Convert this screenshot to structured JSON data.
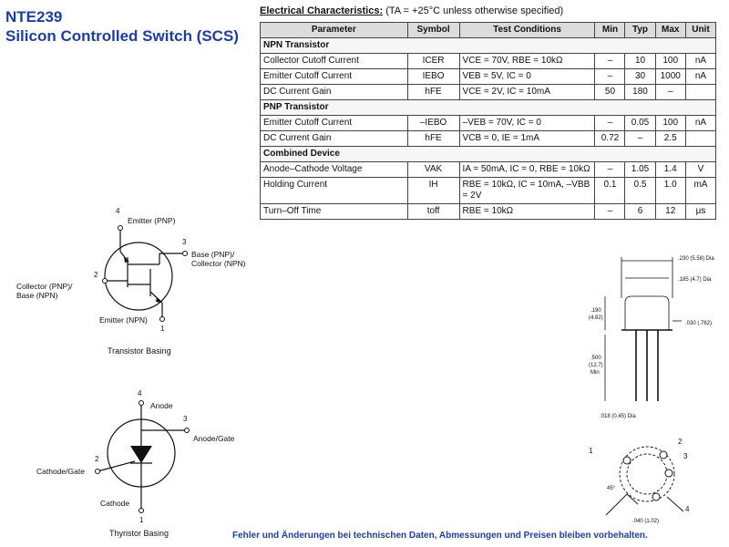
{
  "header": {
    "part_number": "NTE239",
    "subtitle": "Silicon Controlled Switch (SCS)"
  },
  "electrical": {
    "heading": "Electrical Characteristics:",
    "condition": "(TA = +25°C unless otherwise specified)",
    "columns": [
      "Parameter",
      "Symbol",
      "Test Conditions",
      "Min",
      "Typ",
      "Max",
      "Unit"
    ],
    "sections": {
      "npn": "NPN Transistor",
      "pnp": "PNP Transistor",
      "combined": "Combined Device"
    },
    "rows": [
      {
        "param": "Collector Cutoff Current",
        "sym": "ICER",
        "test": "VCE = 70V, RBE = 10kΩ",
        "min": "–",
        "typ": "10",
        "max": "100",
        "unit": "nA"
      },
      {
        "param": "Emitter Cutoff Current",
        "sym": "IEBO",
        "test": "VEB = 5V, IC = 0",
        "min": "–",
        "typ": "30",
        "max": "1000",
        "unit": "nA"
      },
      {
        "param": "DC Current Gain",
        "sym": "hFE",
        "test": "VCE = 2V, IC = 10mA",
        "min": "50",
        "typ": "180",
        "max": "–",
        "unit": ""
      },
      {
        "param": "Emitter Cutoff Current",
        "sym": "–IEBO",
        "test": "–VEB = 70V, IC = 0",
        "min": "–",
        "typ": "0.05",
        "max": "100",
        "unit": "nA"
      },
      {
        "param": "DC Current Gain",
        "sym": "hFE",
        "test": "VCB = 0, IE = 1mA",
        "min": "0.72",
        "typ": "–",
        "max": "2.5",
        "unit": ""
      },
      {
        "param": "Anode–Cathode Voltage",
        "sym": "VAK",
        "test": "IA = 50mA, IC = 0, RBE = 10kΩ",
        "min": "–",
        "typ": "1.05",
        "max": "1.4",
        "unit": "V"
      },
      {
        "param": "Holding Current",
        "sym": "IH",
        "test": "RBE = 10kΩ, IC = 10mA, –VBB = 2V",
        "min": "0.1",
        "typ": "0.5",
        "max": "1.0",
        "unit": "mA"
      },
      {
        "param": "Turn–Off Time",
        "sym": "toff",
        "test": "RBE = 10kΩ",
        "min": "–",
        "typ": "6",
        "max": "12",
        "unit": "µs"
      }
    ]
  },
  "transistor_basing": {
    "caption": "Transistor Basing",
    "emitter_pnp": "Emitter (PNP)",
    "base_pnp": "Base (PNP)/",
    "collector_npn": "Collector (NPN)",
    "collector_pnp": "Collector (PNP)/",
    "base_npn": "Base (NPN)",
    "emitter_npn": "Emitter (NPN)",
    "pins": [
      "4",
      "3",
      "2",
      "1"
    ]
  },
  "thyristor_basing": {
    "caption": "Thyristor Basing",
    "anode": "Anode",
    "anode_gate": "Anode/Gate",
    "cathode_gate": "Cathode/Gate",
    "cathode": "Cathode",
    "pins": [
      "4",
      "3",
      "2",
      "1"
    ]
  },
  "package": {
    "d1": ".230 (5.58) Dia",
    "d2": ".185 (4.7) Dia",
    "d3": ".190",
    "d3b": "(4.82)",
    "d4": ".030 (.762)",
    "d5": ".500",
    "d5b": "(12.7)",
    "d5c": "Min",
    "d6": ".018 (0.45) Dia",
    "d7": "45°",
    "d8": ".040 (1.02)",
    "pin_labels": [
      "1",
      "2",
      "3",
      "4"
    ]
  },
  "footer": "Fehler und Änderungen bei technischen Daten, Abmessungen und Preisen bleiben vorbehalten."
}
